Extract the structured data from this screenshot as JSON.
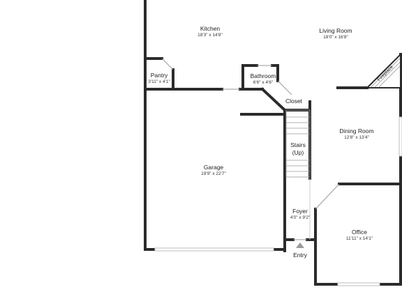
{
  "rooms": {
    "kitchen": {
      "name": "Kitchen",
      "dims": "18'3\" x 14'8\""
    },
    "living_room": {
      "name": "Living Room",
      "dims": "18'0\" x 16'8\""
    },
    "pantry": {
      "name": "Pantry",
      "dims": "3'11\" x 4'1\""
    },
    "bathroom": {
      "name": "Bathroom",
      "dims": "6'6\" x 4'6\""
    },
    "closet": {
      "name": "Closet"
    },
    "dining_room": {
      "name": "Dining Room",
      "dims": "12'8\" x 13'4\""
    },
    "stairs": {
      "name": "Stairs",
      "note": "(Up)"
    },
    "garage": {
      "name": "Garage",
      "dims": "19'9\" x 22'7\""
    },
    "foyer": {
      "name": "Foyer",
      "dims": "4'0\" x 9'2\""
    },
    "office": {
      "name": "Office",
      "dims": "11'11\" x 14'1\""
    },
    "fireplace": {
      "name": "Fireplace"
    }
  },
  "entry": {
    "label": "Entry"
  },
  "colors": {
    "wall": "#2b2b2b",
    "window": "#e8e8e8",
    "stairs": "#9a9a9a",
    "background": "#ffffff"
  }
}
